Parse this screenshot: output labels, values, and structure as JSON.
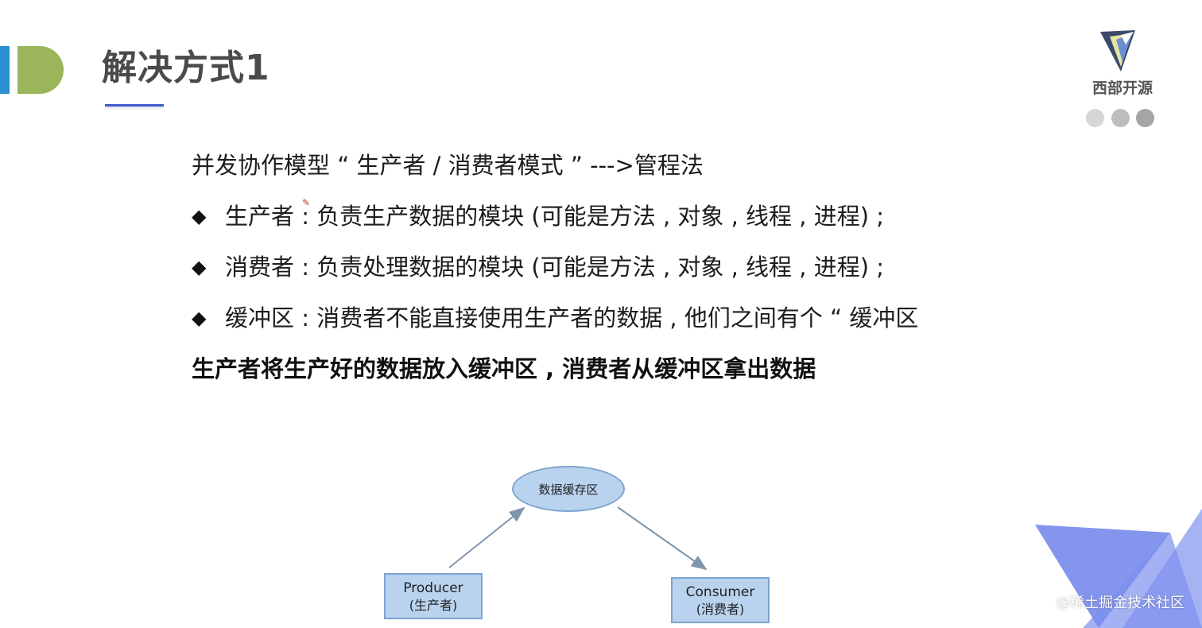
{
  "header": {
    "title": "解决方式1"
  },
  "logo": {
    "text": "西部开源"
  },
  "content": {
    "intro": "并发协作模型 “ 生产者 / 消费者模式 ” --->管程法",
    "bullets": [
      {
        "symbol": "◆",
        "text": "生产者 : 负责生产数据的模块 (可能是方法 , 对象 , 线程 , 进程) ;"
      },
      {
        "symbol": "◆",
        "text": "消费者 : 负责处理数据的模块 (可能是方法 , 对象 , 线程 , 进程) ;"
      },
      {
        "symbol": "◆",
        "text": "缓冲区 : 消费者不能直接使用生产者的数据 , 他们之间有个 “ 缓冲区"
      }
    ],
    "summary": "生产者将生产好的数据放入缓冲区 , 消费者从缓冲区拿出数据"
  },
  "diagram": {
    "buffer_label": "数据缓存区",
    "producer_label": "Producer",
    "producer_sub": "(生产者)",
    "consumer_label": "Consumer",
    "consumer_sub": "(消费者)"
  },
  "watermark": "@稀土掘金技术社区",
  "colors": {
    "accent_blue": "#2a8fd3",
    "accent_green": "#9ab55a",
    "underline": "#3b5bcc",
    "diagram_fill": "#b9d3ee",
    "triangle": "#6f82ea"
  }
}
